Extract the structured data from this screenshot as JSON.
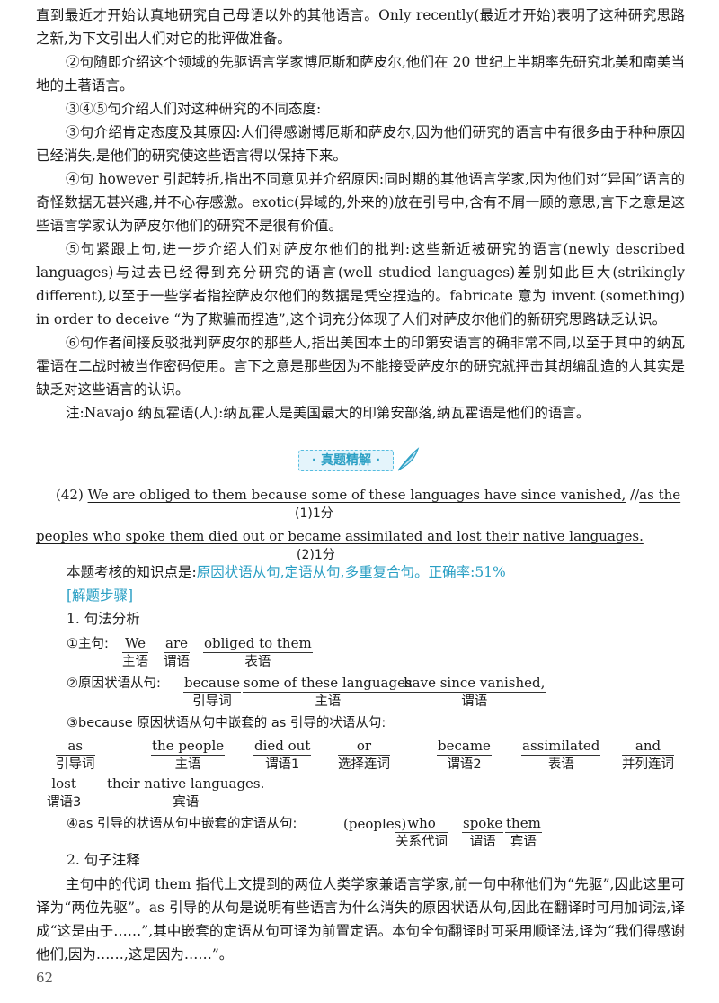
{
  "paragraphs": [
    "直到最近才开始认真地研究自己母语以外的其他语言。Only recently(最近才开始)表明了这种研究思路之新,为下文引出人们对它的批评做准备。",
    "②句随即介绍这个领域的先驱语言学家博厄斯和萨皮尔,他们在 20 世纪上半期率先研究北美和南美当地的土著语言。",
    "③④⑤句介绍人们对这种研究的不同态度:",
    "③句介绍肯定态度及其原因:人们得感谢博厄斯和萨皮尔,因为他们研究的语言中有很多由于种种原因已经消失,是他们的研究使这些语言得以保持下来。",
    "④句 however 引起转折,指出不同意见并介绍原因:同时期的其他语言学家,因为他们对“异国”语言的奇怪数据无甚兴趣,并不心存感激。exotic(异域的,外来的)放在引号中,含有不屑一顾的意思,言下之意是这些语言学家认为萨皮尔他们的研究不是很有价值。",
    "⑤句紧跟上句,进一步介绍人们对萨皮尔他们的批判:这些新近被研究的语言(newly described languages)与过去已经得到充分研究的语言(well studied languages)差别如此巨大(strikingly different),以至于一些学者指控萨皮尔他们的数据是凭空捏造的。fabricate 意为 invent (something) in order to deceive “为了欺骗而捏造”,这个词充分体现了人们对萨皮尔他们的新研究思路缺乏认识。",
    "⑥句作者间接反驳批判萨皮尔的那些人,指出美国本土的印第安语言的确非常不同,以至于其中的纳瓦霍语在二战时被当作密码使用。言下之意是那些因为不能接受萨皮尔的研究就抨击其胡编乱造的人其实是缺乏对这些语言的认识。",
    "注:Navajo 纳瓦霍语(人):纳瓦霍人是美国最大的印第安部落,纳瓦霍语是他们的语言。"
  ],
  "section_header": "· 真题精解 ·",
  "question": {
    "number": "(42)",
    "part1": "We are obliged to them because some of these languages have since vanished,",
    "sep": "//",
    "part2a": "as the",
    "points1": "(1)1分",
    "part2b": "peoples who spoke them died out or became assimilated and lost their native languages.",
    "points2": "(2)1分"
  },
  "knowledge": {
    "prefix": "本题考核的知识点是:",
    "points": "原因状语从句,定语从句,多重复合句。",
    "rate_label": "正确率:",
    "rate": "51%"
  },
  "steps_title": "[解题步骤]",
  "syntax_title": "1. 句法分析",
  "s1": {
    "label": "①主句:",
    "words": [
      {
        "w": "We",
        "r": "主语"
      },
      {
        "w": "are",
        "r": "谓语"
      },
      {
        "w": "obliged to them",
        "r": "表语"
      }
    ]
  },
  "s2": {
    "label": "②原因状语从句:",
    "words": [
      {
        "w": "because",
        "r": "引导词"
      },
      {
        "w": "some of these languages",
        "r": "主语"
      },
      {
        "w": "have since vanished,",
        "r": "谓语"
      }
    ]
  },
  "s3": {
    "label": "③because 原因状语从句中嵌套的 as 引导的状语从句:",
    "words": [
      {
        "w": "as",
        "r": "引导词"
      },
      {
        "w": "the people",
        "r": "主语"
      },
      {
        "w": "died out",
        "r": "谓语1"
      },
      {
        "w": "or",
        "r": "选择连词"
      },
      {
        "w": "became",
        "r": "谓语2"
      },
      {
        "w": "assimilated",
        "r": "表语"
      },
      {
        "w": "and",
        "r": "并列连词"
      },
      {
        "w": "lost",
        "r": "谓语3"
      },
      {
        "w": "their native languages.",
        "r": "宾语"
      }
    ]
  },
  "s4": {
    "label": "④as 引导的状语从句中嵌套的定语从句:",
    "antecedent": "(peoples)",
    "words": [
      {
        "w": "who",
        "r": "关系代词"
      },
      {
        "w": "spoke",
        "r": "谓语"
      },
      {
        "w": "them",
        "r": "宾语"
      }
    ]
  },
  "note_title": "2. 句子注释",
  "note_para": "主句中的代词 them 指代上文提到的两位人类学家兼语言学家,前一句中称他们为“先驱”,因此这里可译为“两位先驱”。as 引导的从句是说明有些语言为什么消失的原因状语从句,因此在翻译时可用加词法,译成“这是由于……”,其中嵌套的定语从句可译为前置定语。本句全句翻译时可采用顺译法,译为“我们得感谢他们,因为……,这是因为……”。",
  "page_number": "62",
  "colors": {
    "accent": "#2a9fc4"
  }
}
